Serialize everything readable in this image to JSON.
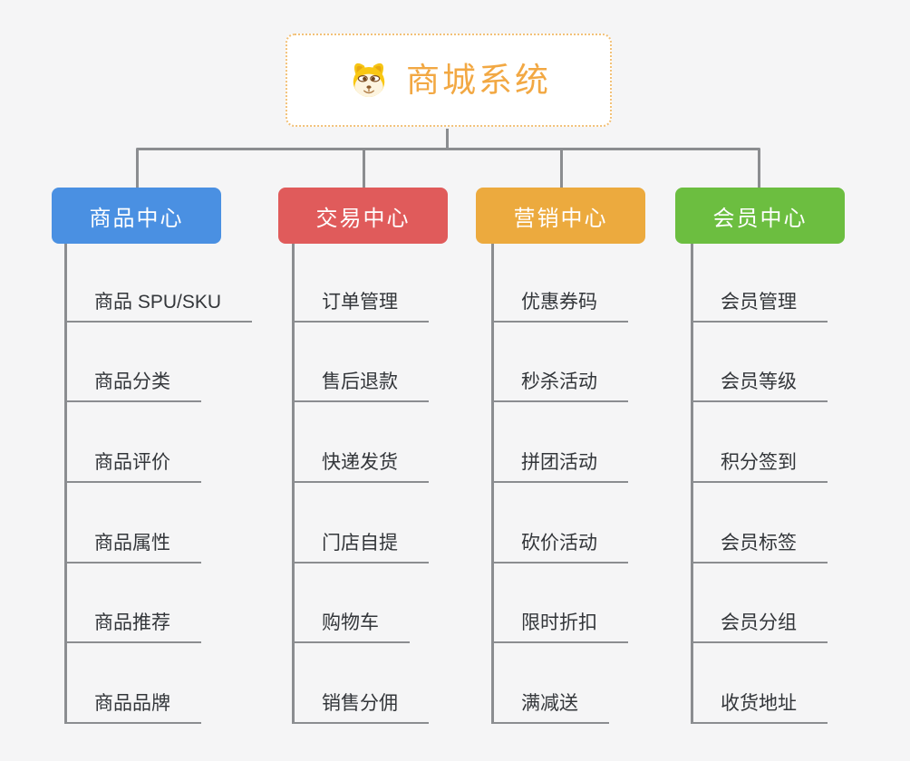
{
  "title": {
    "label": "商城系统",
    "icon": "doge-icon"
  },
  "colors": {
    "background": "#f5f5f6",
    "root_text": "#f2a843",
    "root_border": "#f2c178",
    "connector_line": "#8b8d90",
    "leaf_text": "#33363a"
  },
  "branches": [
    {
      "label": "商品中心",
      "color": "#4a90e2",
      "items": [
        "商品 SPU/SKU",
        "商品分类",
        "商品评价",
        "商品属性",
        "商品推荐",
        "商品品牌"
      ]
    },
    {
      "label": "交易中心",
      "color": "#e05b5b",
      "items": [
        "订单管理",
        "售后退款",
        "快递发货",
        "门店自提",
        "购物车",
        "销售分佣"
      ]
    },
    {
      "label": "营销中心",
      "color": "#ecaa3e",
      "items": [
        "优惠券码",
        "秒杀活动",
        "拼团活动",
        "砍价活动",
        "限时折扣",
        "满减送"
      ]
    },
    {
      "label": "会员中心",
      "color": "#6cbe40",
      "items": [
        "会员管理",
        "会员等级",
        "积分签到",
        "会员标签",
        "会员分组",
        "收货地址"
      ]
    }
  ]
}
